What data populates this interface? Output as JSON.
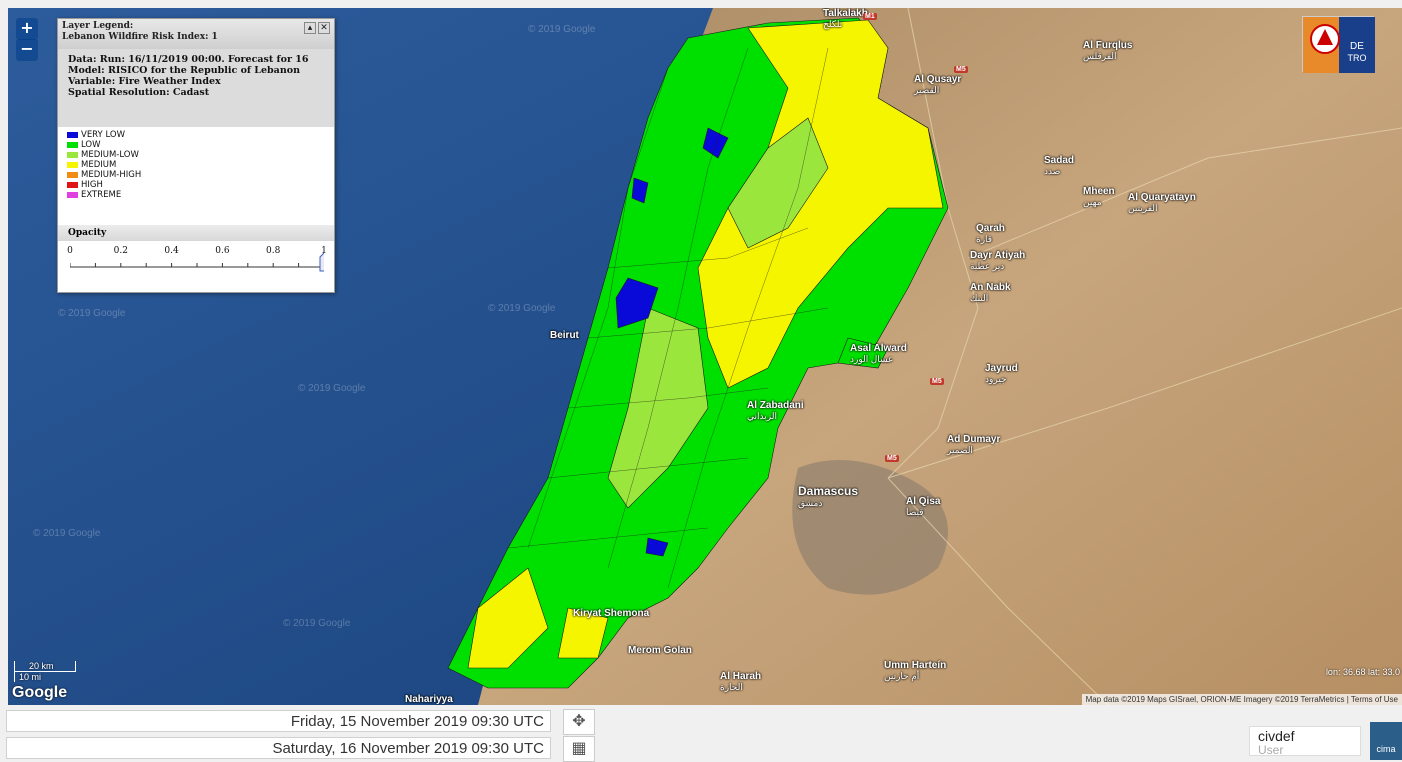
{
  "map": {
    "zoom_in_label": "+",
    "zoom_out_label": "−",
    "watermarks": [
      "© 2019 Google",
      "© 2019 Google",
      "© 2019 Google",
      "© 2019 Google",
      "© 2019 Google",
      "© 2019 Google"
    ],
    "places": [
      {
        "name": "Al Qusayr",
        "ar": "القصير"
      },
      {
        "name": "Al Furqlus",
        "ar": "الفرقلس"
      },
      {
        "name": "Sadad",
        "ar": "صدد"
      },
      {
        "name": "Mheen",
        "ar": "مهين"
      },
      {
        "name": "Al Quaryatayn",
        "ar": "القريتين"
      },
      {
        "name": "Qarah",
        "ar": "قارة"
      },
      {
        "name": "Dayr Atiyah",
        "ar": "دير عطية"
      },
      {
        "name": "An Nabk",
        "ar": "النبك"
      },
      {
        "name": "Asal Alward",
        "ar": "عسال الورد"
      },
      {
        "name": "Jayrud",
        "ar": "جيرود"
      },
      {
        "name": "Al Zabadani",
        "ar": "الزبداني"
      },
      {
        "name": "Ad Dumayr",
        "ar": "الضمير"
      },
      {
        "name": "Damascus",
        "ar": "دمشق"
      },
      {
        "name": "Al Qisa",
        "ar": "قيصا"
      },
      {
        "name": "Merom Golan",
        "ar": ""
      },
      {
        "name": "Al Harah",
        "ar": "الحارة"
      },
      {
        "name": "Umm Harteín",
        "ar": "أم حارتين"
      },
      {
        "name": "Talkalakh",
        "ar": "تلكلخ"
      },
      {
        "name": "Beirut",
        "ar": ""
      },
      {
        "name": "Nahariyya",
        "ar": ""
      },
      {
        "name": "Kiryat Shemona",
        "ar": ""
      }
    ],
    "road_labels": [
      "M1",
      "M5",
      "M5",
      "M5"
    ],
    "coords": "lon: 36.68 lat: 33.0",
    "attribution": "Map data ©2019 Maps GISrael, ORION-ME Imagery ©2019 TerraMetrics  |  Terms of Use",
    "google_logo": "Google",
    "scale_km": "20 km",
    "scale_mi": "10 mi"
  },
  "legend": {
    "title_line1": "Layer Legend:",
    "title_line2": "Lebanon Wildfire Risk Index: 1",
    "info": [
      "Data: Run: 16/11/2019 00:00. Forecast for 16",
      "Model: RISICO for the Republic of Lebanon",
      "Variable: Fire Weather Index",
      "Spatial Resolution: Cadast"
    ],
    "items": [
      {
        "label": "VERY LOW",
        "color": "#0a0ad8"
      },
      {
        "label": "LOW",
        "color": "#00e000"
      },
      {
        "label": "MEDIUM-LOW",
        "color": "#9be63c"
      },
      {
        "label": "MEDIUM",
        "color": "#f5f500"
      },
      {
        "label": "MEDIUM-HIGH",
        "color": "#f08c14"
      },
      {
        "label": "HIGH",
        "color": "#e01414"
      },
      {
        "label": "EXTREME",
        "color": "#e040e0"
      }
    ],
    "opacity_label": "Opacity",
    "opacity_ticks": [
      "0",
      "0.2",
      "0.4",
      "0.6",
      "0.8",
      "1"
    ],
    "opacity_value": 1
  },
  "footer": {
    "date_from": "Friday, 15 November 2019 09:30 UTC",
    "date_to": "Saturday, 16 November 2019 09:30 UTC",
    "user_value": "civdef",
    "user_label": "User",
    "logo_text": "cima"
  }
}
